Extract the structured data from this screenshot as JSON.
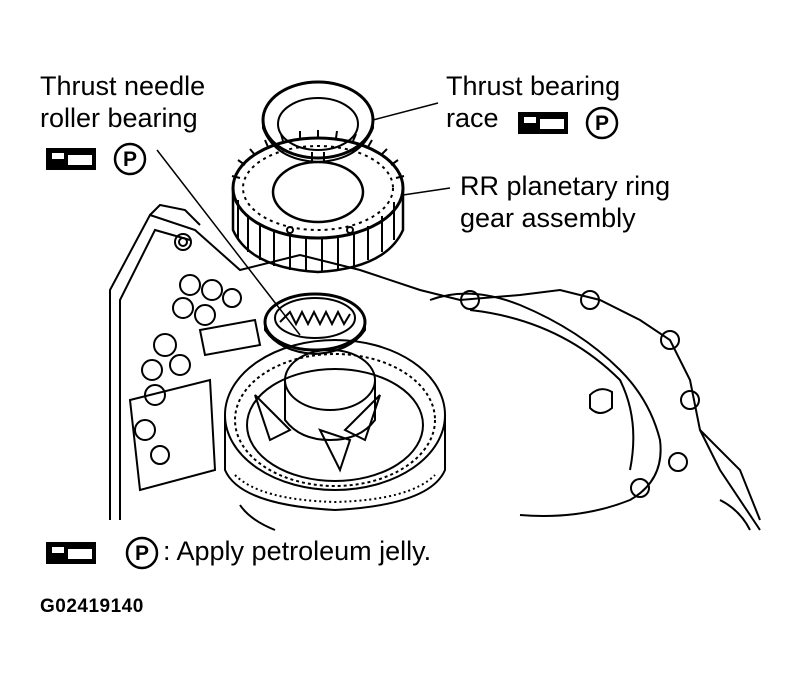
{
  "labels": {
    "thrust_needle": [
      "Thrust needle",
      "roller bearing"
    ],
    "thrust_race": [
      "Thrust bearing",
      "race"
    ],
    "ring_gear": [
      "RR planetary ring",
      "gear assembly"
    ]
  },
  "legend": {
    "text": ": Apply petroleum jelly.",
    "p_symbol": "P"
  },
  "figure_code": "G02419140",
  "icons": [
    "grease-gun-icon",
    "petroleum-jelly-p-icon"
  ]
}
